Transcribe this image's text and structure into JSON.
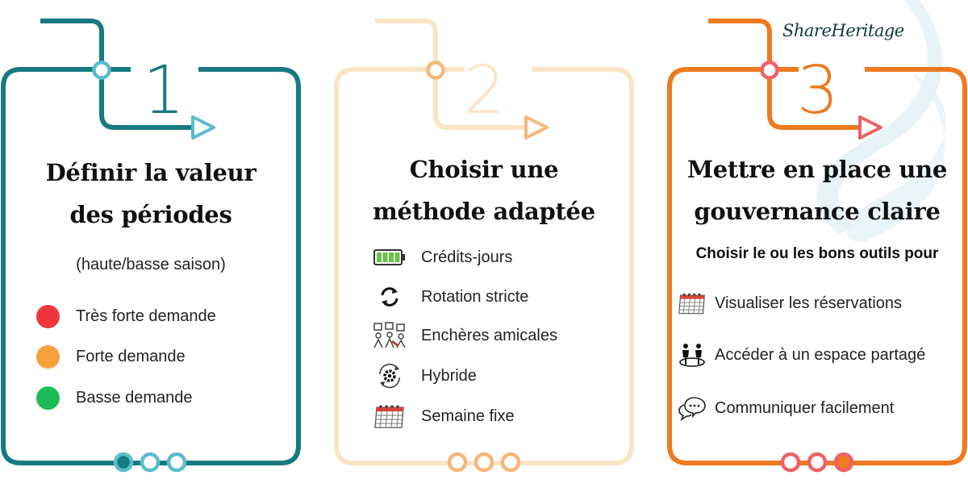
{
  "logo": {
    "text": "ShareHeritage"
  },
  "cards": [
    {
      "number": "1",
      "title_line1": "Définir la valeur",
      "title_line2": "des périodes",
      "subtitle": "(haute/basse saison)",
      "items": [
        {
          "label": "Très forte demande",
          "color": "#f0363a"
        },
        {
          "label": "Forte demande",
          "color": "#f5a03c"
        },
        {
          "label": "Basse demande",
          "color": "#1dbb58"
        }
      ],
      "accent": "#177a80",
      "accent_light": "#5bbccc"
    },
    {
      "number": "2",
      "title_line1": "Choisir une",
      "title_line2": "méthode adaptée",
      "items": [
        {
          "label": "Crédits-jours",
          "icon": "battery-icon"
        },
        {
          "label": "Rotation stricte",
          "icon": "rotation-icon"
        },
        {
          "label": "Enchères amicales",
          "icon": "auction-icon"
        },
        {
          "label": "Hybride",
          "icon": "gear-cycle-icon"
        },
        {
          "label": "Semaine fixe",
          "icon": "calendar-icon"
        }
      ],
      "accent": "#fae4c6",
      "accent_light": "#f5b77a"
    },
    {
      "number": "3",
      "title_line1": "Mettre en place une",
      "title_line2": "gouvernance claire",
      "subtitle": "Choisir le ou les bons outils pour",
      "items": [
        {
          "label": "Visualiser  les réservations",
          "icon": "calendar-icon"
        },
        {
          "label": "Accéder à un espace partagé",
          "icon": "people-icon"
        },
        {
          "label": "Communiquer facilement",
          "icon": "chat-icon"
        }
      ],
      "accent": "#ef7a1f",
      "accent_light": "#ec6266"
    }
  ]
}
